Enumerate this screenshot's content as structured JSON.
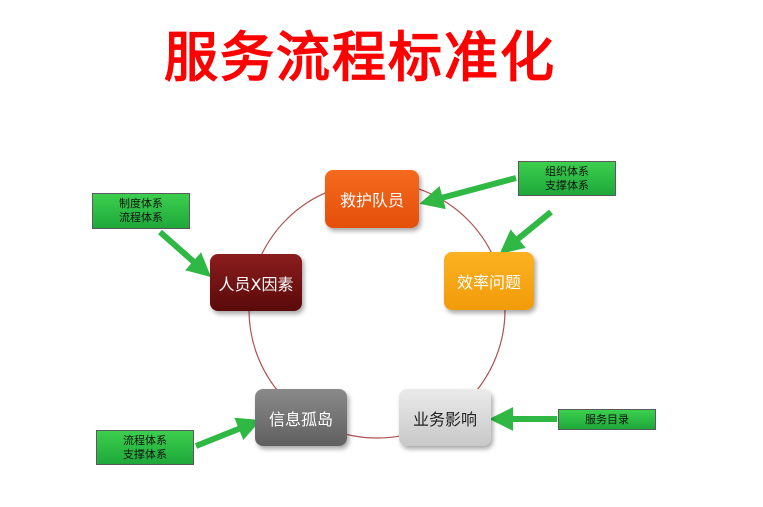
{
  "title": "服务流程标准化",
  "nodes": {
    "rescue_team": "救护队员",
    "efficiency": "效率问题",
    "business_impact": "业务影响",
    "info_island": "信息孤岛",
    "human_factor": "人员X因素"
  },
  "tags": {
    "top_right": [
      "组织体系",
      "支撑体系"
    ],
    "top_left": [
      "制度体系",
      "流程体系"
    ],
    "right": [
      "服务目录"
    ],
    "bottom_left": [
      "流程体系",
      "支撑体系"
    ]
  },
  "colors": {
    "title": "#ff0000",
    "rescue_team": "#e9560f",
    "efficiency": "#f5a312",
    "business_impact": "#d6d6d6",
    "info_island": "#6f6f6f",
    "human_factor": "#6e1010",
    "tag_fill": "#2ebd45",
    "arrow": "#2fb844",
    "cycle_line": "#b05050"
  }
}
